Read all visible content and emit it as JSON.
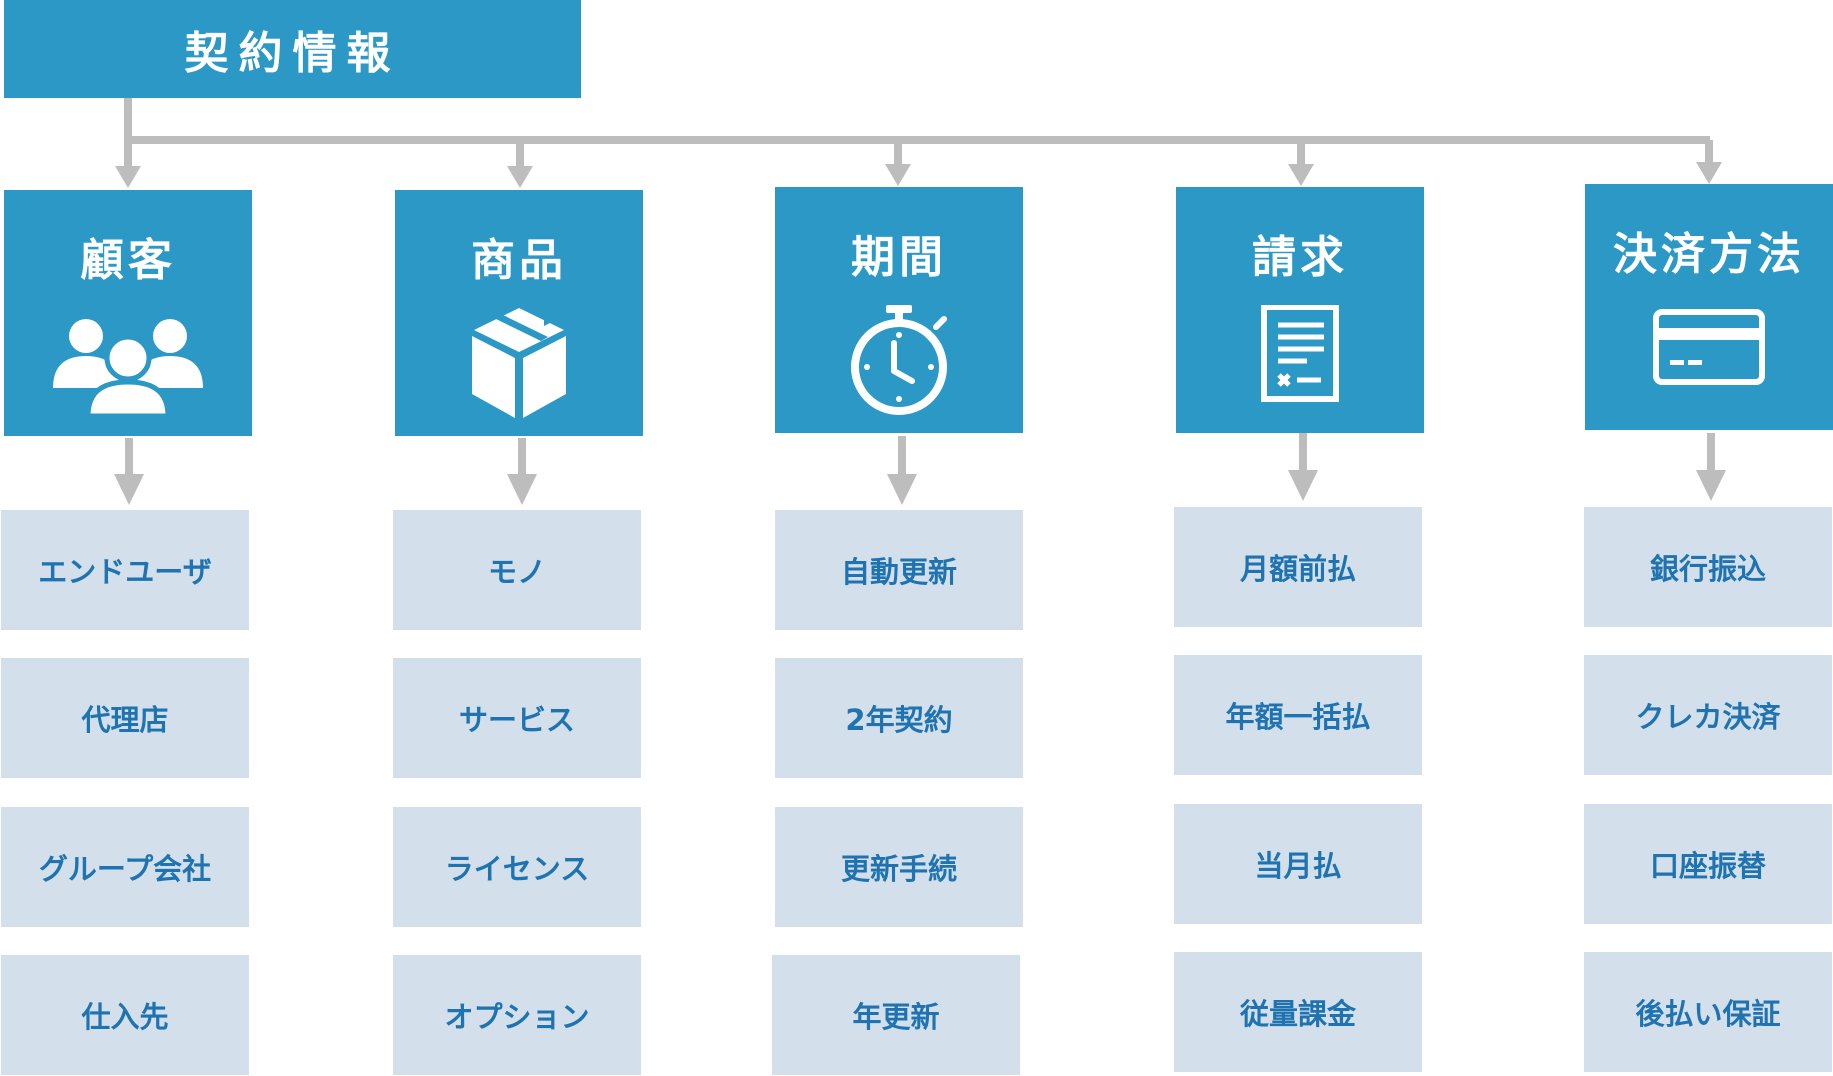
{
  "root": {
    "label": "契約情報"
  },
  "columns": [
    {
      "title": "顧客",
      "icon": "users-icon",
      "items": [
        "エンドユーザ",
        "代理店",
        "グループ会社",
        "仕入先"
      ]
    },
    {
      "title": "商品",
      "icon": "box-icon",
      "items": [
        "モノ",
        "サービス",
        "ライセンス",
        "オプション"
      ]
    },
    {
      "title": "期間",
      "icon": "stopwatch-icon",
      "items": [
        "自動更新",
        "2年契約",
        "更新手続",
        "年更新"
      ]
    },
    {
      "title": "請求",
      "icon": "invoice-icon",
      "items": [
        "月額前払",
        "年額一括払",
        "当月払",
        "従量課金"
      ]
    },
    {
      "title": "決済方法",
      "icon": "credit-card-icon",
      "items": [
        "銀行振込",
        "クレカ決済",
        "口座振替",
        "後払い保証"
      ]
    }
  ],
  "colors": {
    "header": "#2b98c5",
    "item_bg": "#d3e0eb",
    "item_text": "#1f73b0",
    "connector": "#bdbdbd"
  }
}
